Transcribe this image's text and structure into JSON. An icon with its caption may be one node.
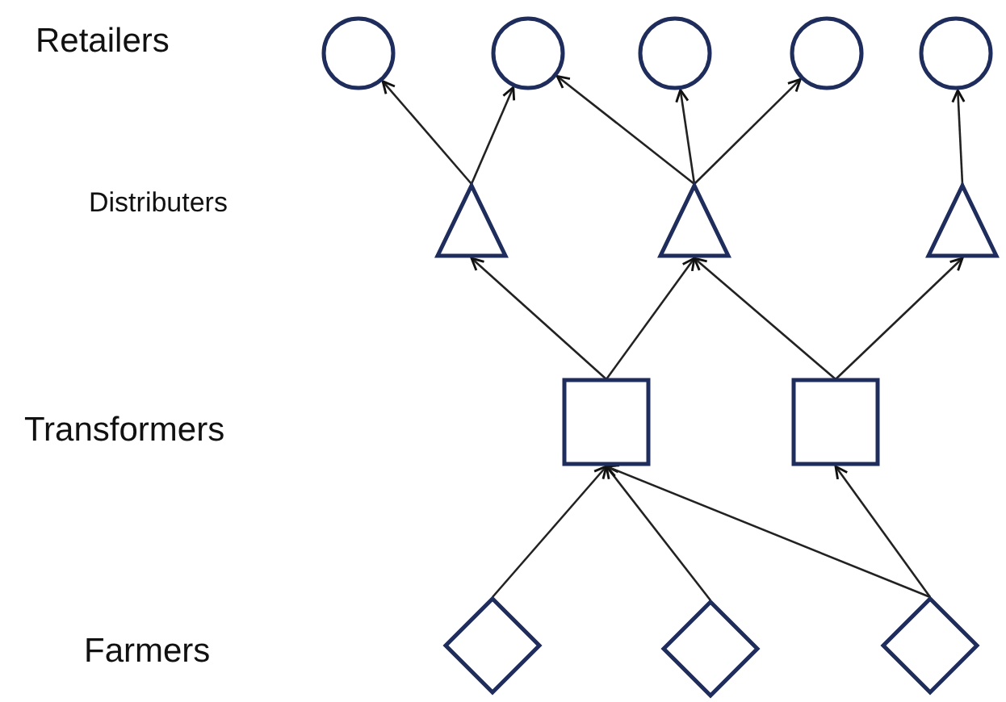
{
  "diagram": {
    "nodes": [
      {
        "text": [],
        "shape": "circle"
      },
      {
        "text": [],
        "shape": "circle"
      },
      {
        "text": [],
        "shape": "circle"
      },
      {
        "text": [],
        "shape": "circle"
      },
      {
        "text": [],
        "shape": "circle"
      },
      {
        "text": [],
        "shape": "triangle"
      },
      {
        "text": [],
        "shape": "triangle"
      },
      {
        "text": [],
        "shape": "triangle"
      },
      {
        "text": [],
        "shape": "box"
      },
      {
        "text": [],
        "shape": "box"
      },
      {
        "text": [],
        "shape": "diamond"
      },
      {
        "text": [],
        "shape": "diamond"
      },
      {
        "text": [],
        "shape": "diamond"
      }
    ],
    "edges": [
      {
        "from": 5,
        "to": 0,
        "arrow": "to"
      },
      {
        "from": 5,
        "to": 1,
        "arrow": "to"
      },
      {
        "from": 6,
        "to": 1,
        "arrow": "to"
      },
      {
        "from": 6,
        "to": 2,
        "arrow": "to"
      },
      {
        "from": 6,
        "to": 3,
        "arrow": "to"
      },
      {
        "from": 7,
        "to": 4,
        "arrow": "to"
      },
      {
        "from": 8,
        "to": 5,
        "arrow": "to"
      },
      {
        "from": 8,
        "to": 6,
        "arrow": "to"
      },
      {
        "from": 9,
        "to": 6,
        "arrow": "to"
      },
      {
        "from": 9,
        "to": 7,
        "arrow": "to"
      },
      {
        "from": 10,
        "to": 8,
        "arrow": "to"
      },
      {
        "from": 11,
        "to": 8,
        "arrow": "to"
      },
      {
        "from": 12,
        "to": 8,
        "arrow": "to"
      },
      {
        "from": 12,
        "to": 9,
        "arrow": "to"
      }
    ],
    "labels": [
      "Retailers",
      "Distributers",
      "Transformers",
      "Farmers"
    ]
  }
}
